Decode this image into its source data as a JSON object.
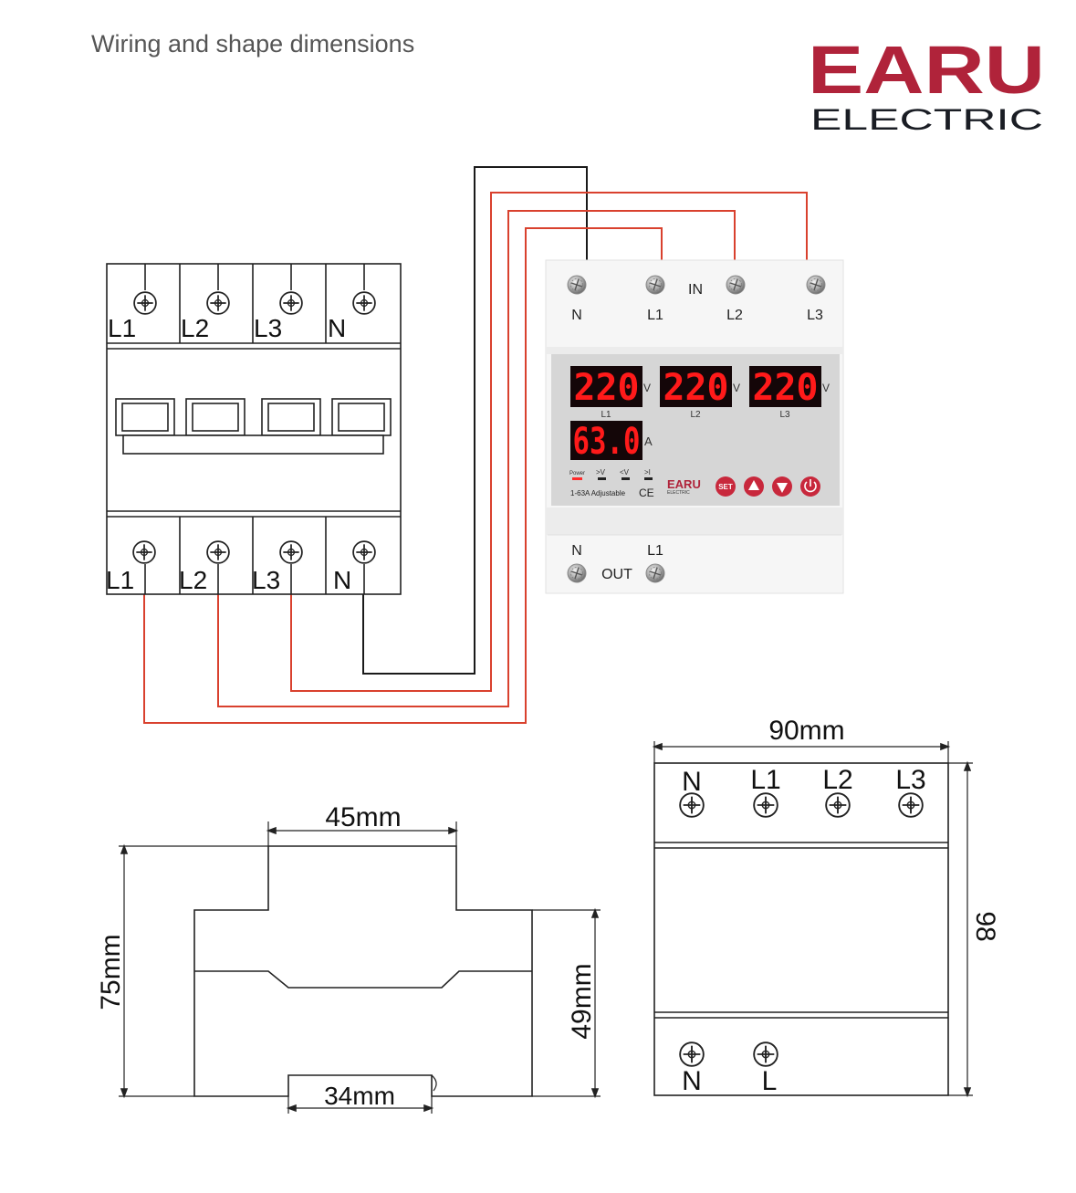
{
  "header": {
    "title": "Wiring and shape dimensions"
  },
  "brand": {
    "logo_text": "EARU",
    "logo_sub": "ELECTRIC",
    "color": "#b0233a",
    "sub_color": "#1a1d24"
  },
  "breaker": {
    "top_labels": [
      "L1",
      "L2",
      "L3",
      "N"
    ],
    "bottom_labels": [
      "L1",
      "L2",
      "L3",
      "N"
    ]
  },
  "device": {
    "in_label": "IN",
    "out_label": "OUT",
    "top_terminals": [
      "N",
      "L1",
      "L2",
      "L3"
    ],
    "bottom_terminals": [
      "N",
      "L1"
    ],
    "voltage_readings": [
      "220",
      "220",
      "220"
    ],
    "voltage_unit": "V",
    "voltage_phase_labels": [
      "L1",
      "L2",
      "L3"
    ],
    "current_reading": "63.0",
    "current_unit": "A",
    "indicators": [
      "Power",
      ">V",
      "<V",
      ">I"
    ],
    "range_text": "1-63A Adjustable",
    "ce_mark": "CE",
    "panel_brand": "EARU",
    "panel_brand_sub": "ELECTRIC",
    "buttons": {
      "set": "SET"
    },
    "led_color": "#ff1a1a",
    "button_color": "#c8283c"
  },
  "side_view": {
    "top_width": "45mm",
    "height": "75mm",
    "body_height": "49mm",
    "rail_width": "34mm"
  },
  "front_view": {
    "width": "90mm",
    "height": "98",
    "top_terminals": [
      "N",
      "L1",
      "L2",
      "L3"
    ],
    "bottom_terminals": [
      "N",
      "L"
    ]
  },
  "colors": {
    "phase_wire": "#d9412e",
    "neutral_wire": "#1a1a1a",
    "outline": "#222222"
  }
}
